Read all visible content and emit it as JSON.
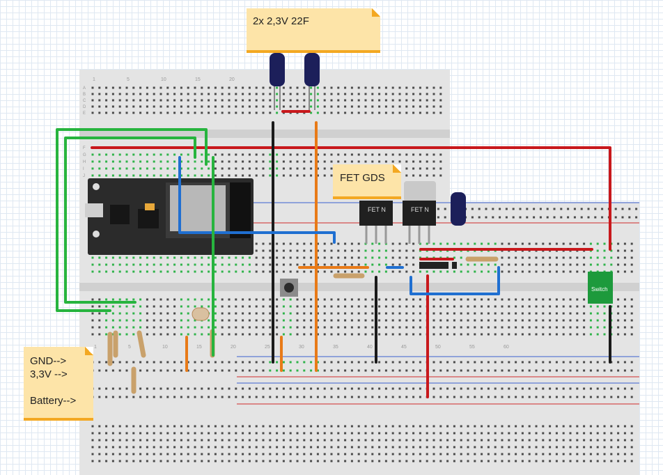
{
  "notes": {
    "capacitors": "2x 2,3V 22F",
    "fet": "FET GDS",
    "rails": [
      "GND-->",
      "3,3V -->",
      "",
      "Battery-->"
    ]
  },
  "breadboard_top": {
    "row_letters": [
      "A",
      "B",
      "C",
      "D",
      "E",
      "F",
      "G",
      "H",
      "I",
      "J"
    ],
    "col_numbers": [
      "1",
      "5",
      "10",
      "15",
      "20"
    ]
  },
  "breadboard_bottom": {
    "col_numbers": [
      "1",
      "5",
      "10",
      "15",
      "20",
      "25",
      "30",
      "35",
      "40",
      "45",
      "50",
      "55",
      "60"
    ]
  },
  "components": {
    "fet_label": "FET N",
    "switch_label": "Switch"
  },
  "colors": {
    "breadboard": "#e4e4e4",
    "hole": "#4a4a4a",
    "connected_hole": "#2fb34a",
    "wire_red": "#c8181c",
    "wire_black": "#1a1a1a",
    "wire_orange": "#e87a17",
    "wire_blue": "#1f6fd1",
    "wire_green": "#27b43e",
    "note": "#fde4a8"
  }
}
